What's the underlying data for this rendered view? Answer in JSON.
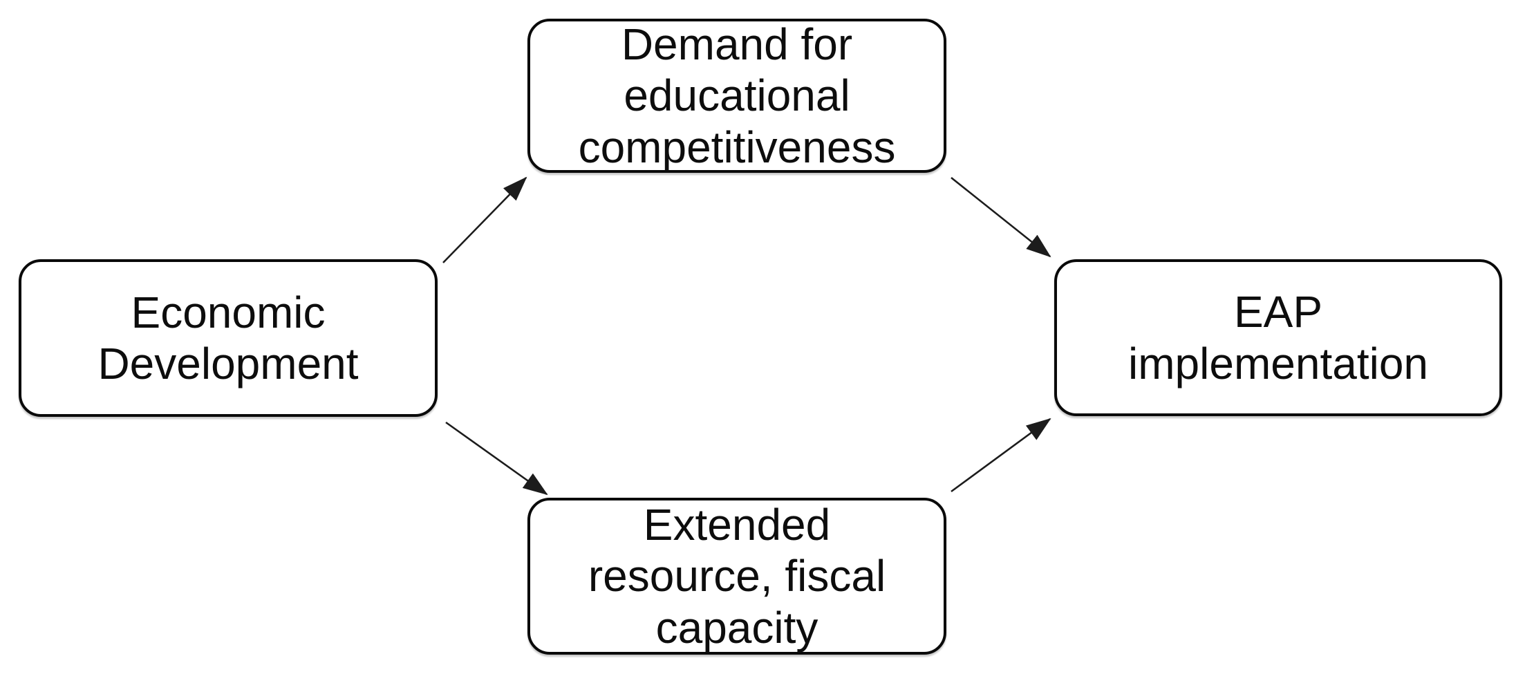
{
  "diagram": {
    "background_color": "#ffffff",
    "box_border_color": "#0a0a0a",
    "text_color": "#0d0d0d",
    "arrow_color": "#1c1c1c",
    "nodes": [
      {
        "id": "economic-development",
        "label": "Economic\nDevelopment"
      },
      {
        "id": "demand-educational-competitiveness",
        "label": "Demand for\neducational\ncompetitiveness"
      },
      {
        "id": "extended-resource-fiscal-capacity",
        "label": "Extended\nresource, fiscal\ncapacity"
      },
      {
        "id": "eap-implementation",
        "label": "EAP\nimplementation"
      }
    ],
    "edges": [
      {
        "from": "economic-development",
        "to": "demand-educational-competitiveness"
      },
      {
        "from": "demand-educational-competitiveness",
        "to": "eap-implementation"
      },
      {
        "from": "economic-development",
        "to": "extended-resource-fiscal-capacity"
      },
      {
        "from": "extended-resource-fiscal-capacity",
        "to": "eap-implementation"
      }
    ]
  }
}
